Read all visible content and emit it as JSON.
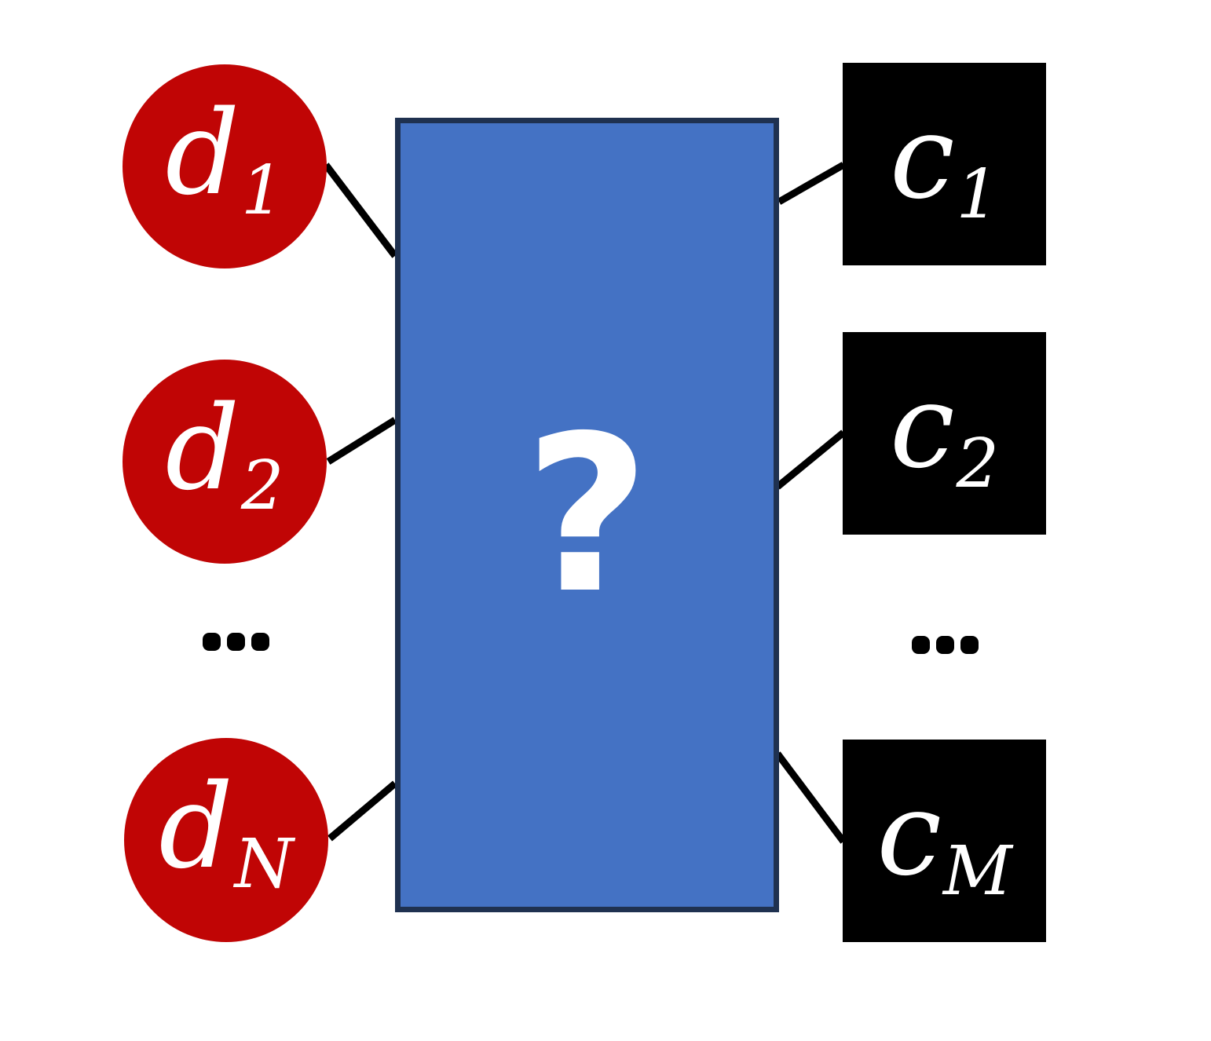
{
  "diagram": {
    "left_nodes": [
      {
        "base": "d",
        "sub": "1"
      },
      {
        "base": "d",
        "sub": "2"
      },
      {
        "base": "d",
        "sub": "N"
      }
    ],
    "right_nodes": [
      {
        "base": "c",
        "sub": "1"
      },
      {
        "base": "c",
        "sub": "2"
      },
      {
        "base": "c",
        "sub": "M"
      }
    ],
    "left_ellipsis": "…",
    "right_ellipsis": "…",
    "mystery_box_label": "?",
    "colors": {
      "document_node_fill": "#C00505",
      "mystery_box_fill": "#4472C4",
      "mystery_box_border": "#1F3150",
      "cluster_node_fill": "#000000",
      "connector_stroke": "#000000",
      "label_text": "#FFFFFF",
      "background": "#FFFFFF"
    }
  }
}
